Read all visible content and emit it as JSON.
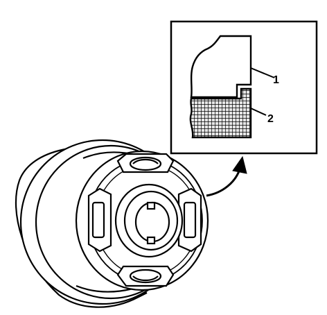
{
  "callouts": [
    {
      "id": "1",
      "label": "1"
    },
    {
      "id": "2",
      "label": "2"
    }
  ],
  "colors": {
    "line": "#000000",
    "background": "#ffffff",
    "hatch_fill": "#d9d9d9"
  },
  "icons": {
    "pointer_arrow": "curved-arrow-icon"
  }
}
